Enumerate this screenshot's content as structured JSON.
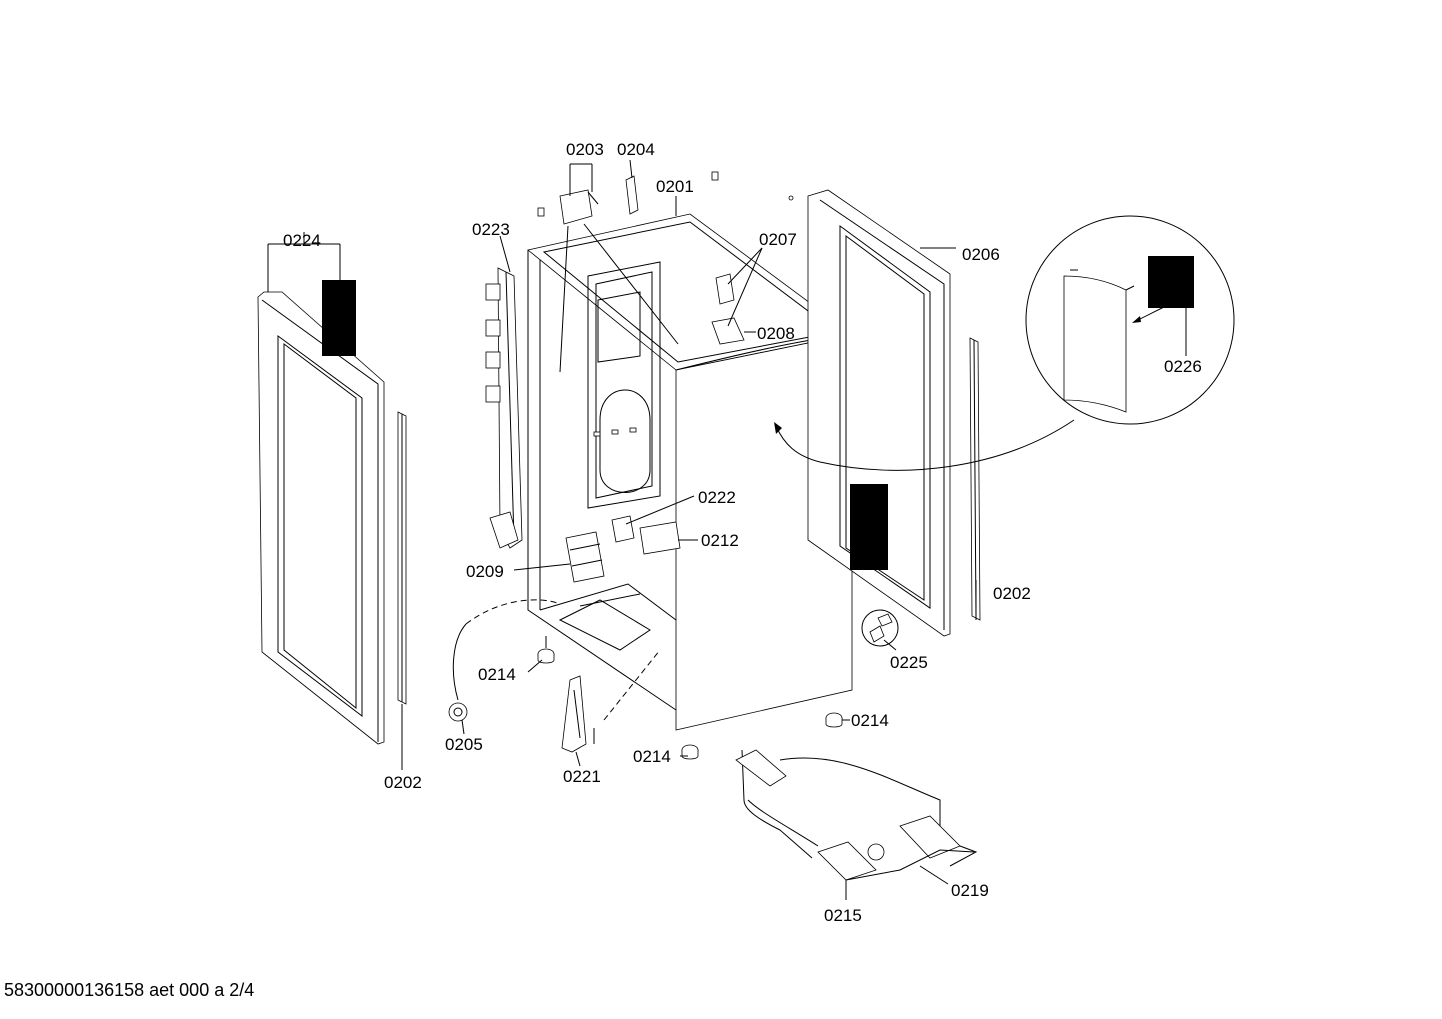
{
  "footer": {
    "text": "58300000136158 aet 000 a 2/4"
  },
  "part_labels": {
    "p0201": "0201",
    "p0202_left": "0202",
    "p0202_right": "0202",
    "p0203": "0203",
    "p0204": "0204",
    "p0205": "0205",
    "p0206": "0206",
    "p0207": "0207",
    "p0208": "0208",
    "p0209": "0209",
    "p0212": "0212",
    "p0214_a": "0214",
    "p0214_b": "0214",
    "p0214_c": "0214",
    "p0215": "0215",
    "p0219": "0219",
    "p0221": "0221",
    "p0222": "0222",
    "p0223": "0223",
    "p0224": "0224",
    "p0225": "0225",
    "p0226": "0226"
  }
}
